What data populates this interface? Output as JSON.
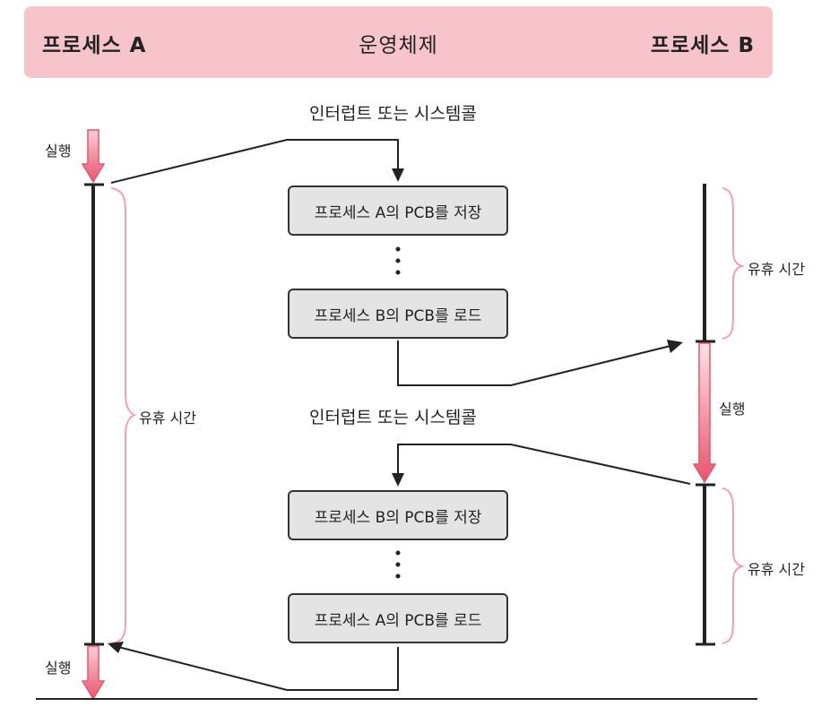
{
  "header": {
    "left_label": "프로세스 A",
    "center_label": "운영체제",
    "right_label": "프로세스 B"
  },
  "interrupts": {
    "first": "인터럽트 또는 시스템콜",
    "second": "인터럽트 또는 시스템콜"
  },
  "steps": {
    "save_a": "프로세스 A의 PCB를 저장",
    "load_b": "프로세스 B의 PCB를 로드",
    "save_b": "프로세스 B의 PCB를 저장",
    "load_a": "프로세스 A의 PCB를 로드"
  },
  "labels": {
    "exec_a_top": "실행",
    "exec_a_bottom": "실행",
    "exec_b": "실행",
    "idle_a": "유휴 시간",
    "idle_b_top": "유휴 시간",
    "idle_b_bottom": "유휴 시간"
  },
  "colors": {
    "header_bg": "#f7c4cc",
    "exec_arrow": "#e8546e",
    "brace": "#f4a0ae",
    "box_bg": "#e4e4e4"
  }
}
